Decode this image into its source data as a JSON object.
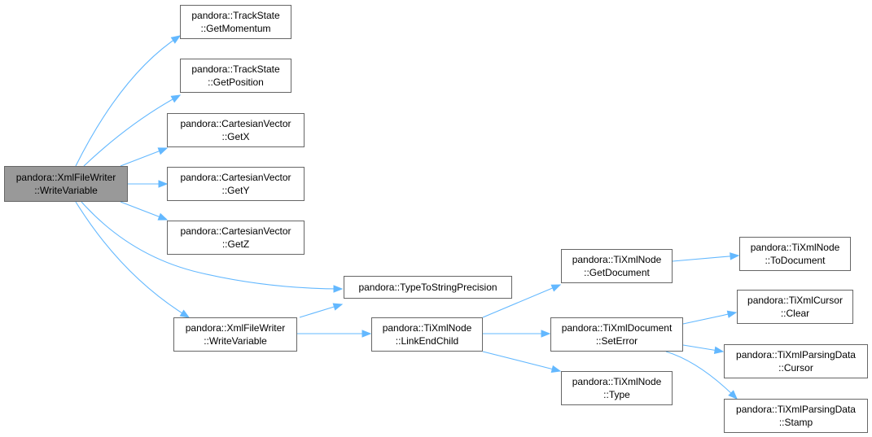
{
  "nodes": [
    {
      "id": "root",
      "l1": "pandora::XmlFileWriter",
      "l2": "::WriteVariable",
      "root": true
    },
    {
      "id": "gm",
      "l1": "pandora::TrackState",
      "l2": "::GetMomentum"
    },
    {
      "id": "gp",
      "l1": "pandora::TrackState",
      "l2": "::GetPosition"
    },
    {
      "id": "gx",
      "l1": "pandora::CartesianVector",
      "l2": "::GetX"
    },
    {
      "id": "gy",
      "l1": "pandora::CartesianVector",
      "l2": "::GetY"
    },
    {
      "id": "gz",
      "l1": "pandora::CartesianVector",
      "l2": "::GetZ"
    },
    {
      "id": "tts",
      "l1": "pandora::TypeToStringPrecision",
      "l2": ""
    },
    {
      "id": "wv2",
      "l1": "pandora::XmlFileWriter",
      "l2": "::WriteVariable"
    },
    {
      "id": "lec",
      "l1": "pandora::TiXmlNode",
      "l2": "::LinkEndChild"
    },
    {
      "id": "gd",
      "l1": "pandora::TiXmlNode",
      "l2": "::GetDocument"
    },
    {
      "id": "se",
      "l1": "pandora::TiXmlDocument",
      "l2": "::SetError"
    },
    {
      "id": "ty",
      "l1": "pandora::TiXmlNode",
      "l2": "::Type"
    },
    {
      "id": "td",
      "l1": "pandora::TiXmlNode",
      "l2": "::ToDocument"
    },
    {
      "id": "cl",
      "l1": "pandora::TiXmlCursor",
      "l2": "::Clear"
    },
    {
      "id": "cu",
      "l1": "pandora::TiXmlParsingData",
      "l2": "::Cursor"
    },
    {
      "id": "st",
      "l1": "pandora::TiXmlParsingData",
      "l2": "::Stamp"
    }
  ],
  "edges": [
    [
      "root",
      "gm"
    ],
    [
      "root",
      "gp"
    ],
    [
      "root",
      "gx"
    ],
    [
      "root",
      "gy"
    ],
    [
      "root",
      "gz"
    ],
    [
      "root",
      "tts"
    ],
    [
      "root",
      "wv2"
    ],
    [
      "wv2",
      "tts"
    ],
    [
      "wv2",
      "lec"
    ],
    [
      "lec",
      "gd"
    ],
    [
      "lec",
      "se"
    ],
    [
      "lec",
      "ty"
    ],
    [
      "gd",
      "td"
    ],
    [
      "se",
      "cl"
    ],
    [
      "se",
      "cu"
    ],
    [
      "se",
      "st"
    ]
  ],
  "colors": {
    "edge": "#63b8ff",
    "node_border": "#666666",
    "root_fill": "#999999"
  }
}
